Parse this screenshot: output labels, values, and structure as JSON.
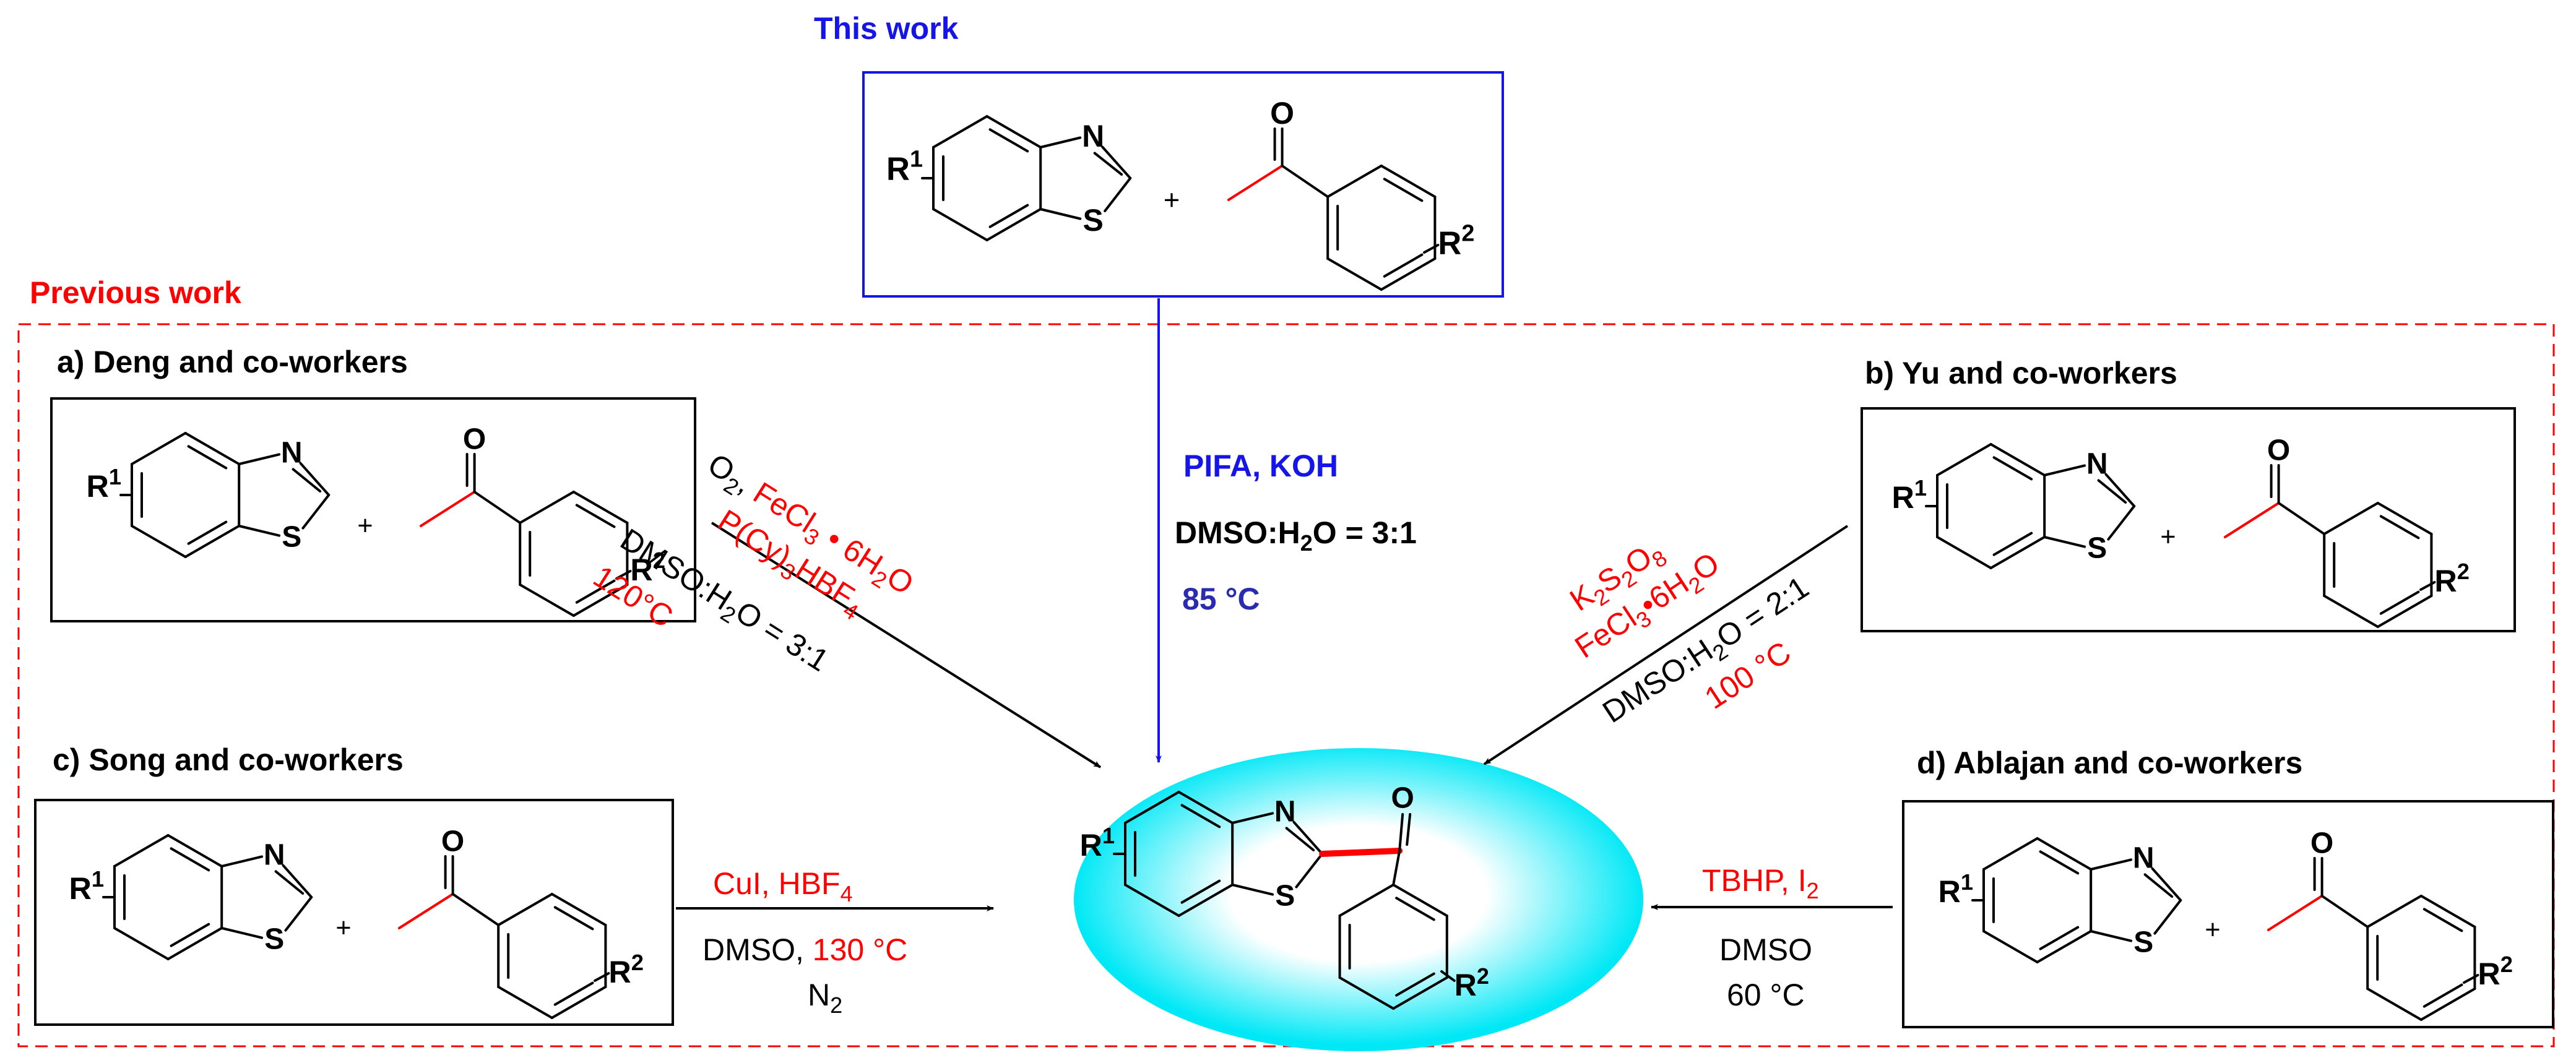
{
  "headings": {
    "this_work": "This work",
    "previous_work": "Previous work"
  },
  "panels": {
    "a": "a) Deng and co-workers",
    "b": "b) Yu and co-workers",
    "c": "c) Song and co-workers",
    "d": "d) Ablajan and co-workers"
  },
  "atoms": {
    "N": "N",
    "S": "S",
    "O": "O",
    "R": "R",
    "one": "1",
    "two": "2",
    "plus": "+"
  },
  "conditions": {
    "this_work": {
      "reagents": "PIFA, KOH",
      "solvent": "DMSO:H2O = 3:1",
      "temp": "85 °C"
    },
    "a": {
      "o2": "O2, ",
      "fecl3": "FeCl3 • 6H2O",
      "ligand": "P(Cy)3HBF4",
      "solvent": "DMSO:H2O = 3:1",
      "temp": "120°C"
    },
    "b": {
      "oxidant": "K2S2O8",
      "fecl3": "FeCl3•6H2O",
      "solvent": "DMSO:H2O = 2:1",
      "temp": "100 °C"
    },
    "c": {
      "reagents": "CuI, HBF4",
      "solvent": "DMSO, ",
      "temp": "130 °C",
      "atmosphere": "N2"
    },
    "d": {
      "reagents": "TBHP, I2",
      "solvent": "DMSO",
      "temp": "60 °C"
    }
  },
  "colors": {
    "blue": "#1515e8",
    "red": "#ff0000",
    "black": "#000000",
    "product_fill": "#00e8f6"
  }
}
